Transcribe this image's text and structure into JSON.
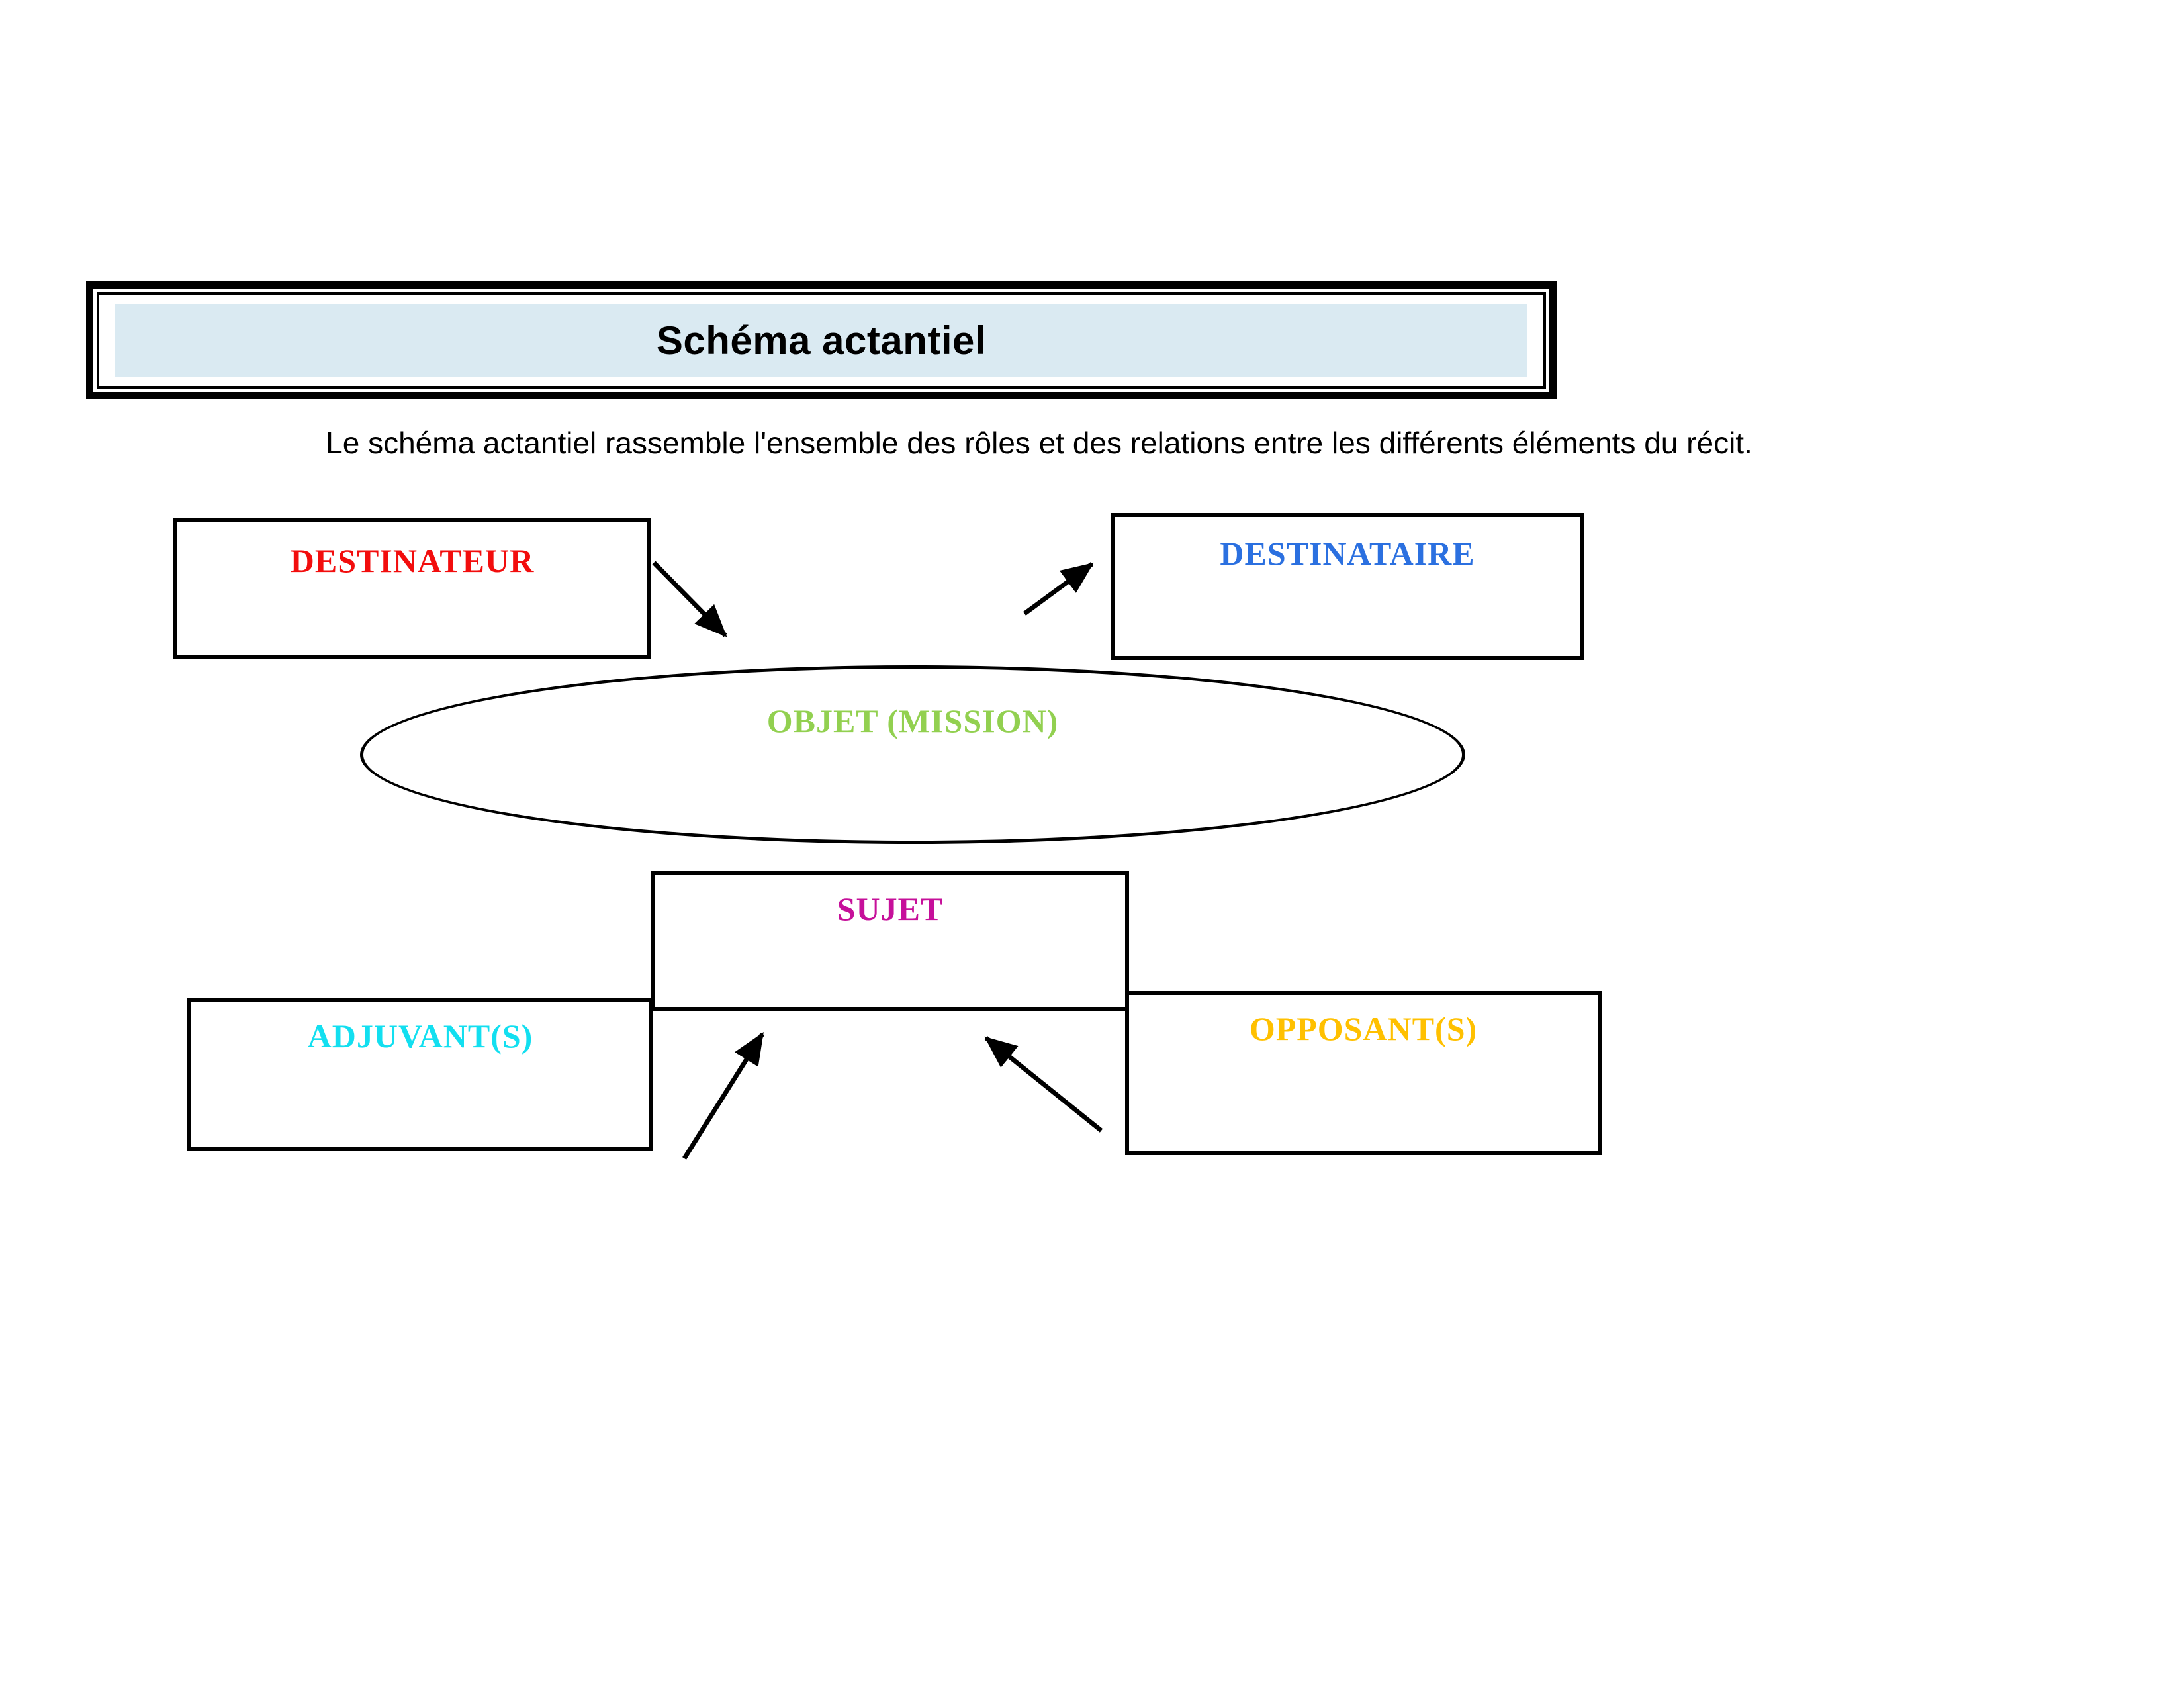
{
  "title": {
    "text": "Schéma actantiel",
    "fill_color": "#daeaf2"
  },
  "subtitle": {
    "text": "Le schéma actantiel rassemble l'ensemble des rôles et des relations entre les différents éléments du récit."
  },
  "diagram": {
    "nodes": [
      {
        "id": "destinateur",
        "label": "DESTINATEUR",
        "color": "#f20d0d",
        "shape": "rect"
      },
      {
        "id": "destinataire",
        "label": "DESTINATAIRE",
        "color": "#2b70e0",
        "shape": "rect"
      },
      {
        "id": "objet",
        "label": "OBJET (MISSION)",
        "color": "#92d050",
        "shape": "ellipse"
      },
      {
        "id": "sujet",
        "label": "SUJET",
        "color": "#c6109a",
        "shape": "rect"
      },
      {
        "id": "adjuvant",
        "label": "ADJUVANT(S)",
        "color": "#12dff0",
        "shape": "rect"
      },
      {
        "id": "opposant",
        "label": "OPPOSANT(S)",
        "color": "#ffc000",
        "shape": "rect"
      }
    ],
    "arrows": [
      {
        "from": "destinateur",
        "to": "objet"
      },
      {
        "from": "objet",
        "to": "destinataire"
      },
      {
        "from": "adjuvant",
        "to": "sujet"
      },
      {
        "from": "opposant",
        "to": "sujet"
      }
    ]
  }
}
